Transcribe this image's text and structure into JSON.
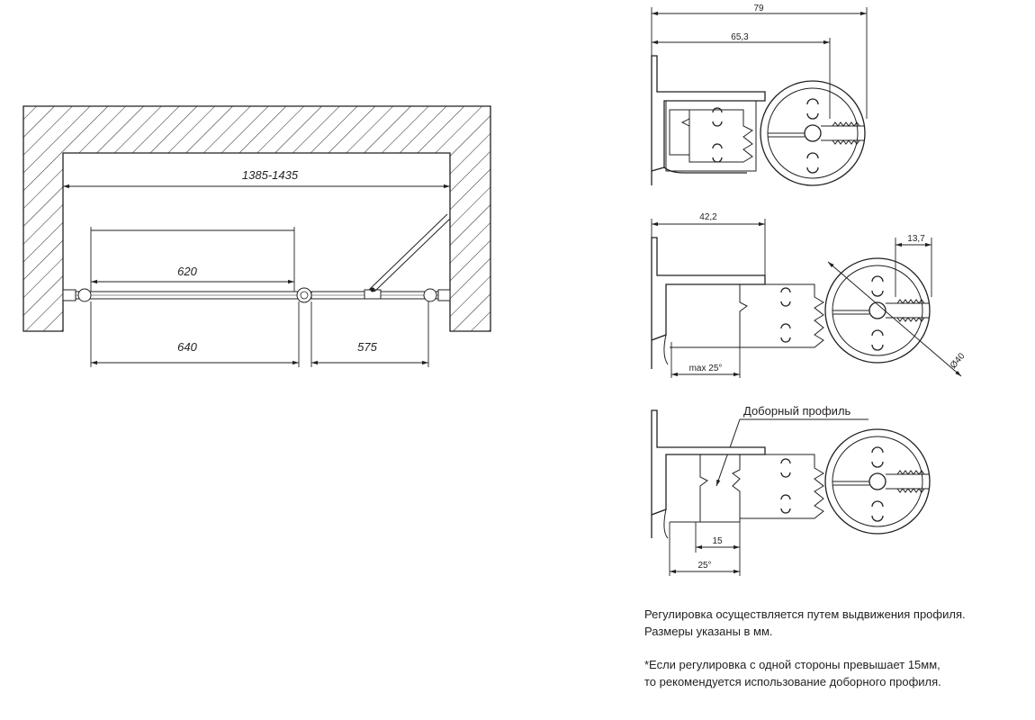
{
  "plan": {
    "overall_range": "1385-1435",
    "door_width_top": "620",
    "panel_width_left": "640",
    "panel_width_right": "575"
  },
  "profile_views": {
    "view1": {
      "total_width": "79",
      "inner_width": "65,3"
    },
    "view2": {
      "width": "42,2",
      "depth": "13,7",
      "diameter": "Ø40",
      "max_angle": "max 25°"
    },
    "view3": {
      "callout": "Доборный профиль",
      "offset": "15",
      "angle": "25°"
    }
  },
  "notes": {
    "line1": "Регулировка осуществляется путем выдвижения профиля.",
    "line2": "Размеры указаны в мм.",
    "line3": "*Если регулировка с одной стороны превышает 15мм,",
    "line4": "то рекомендуется использование доборного профиля."
  }
}
